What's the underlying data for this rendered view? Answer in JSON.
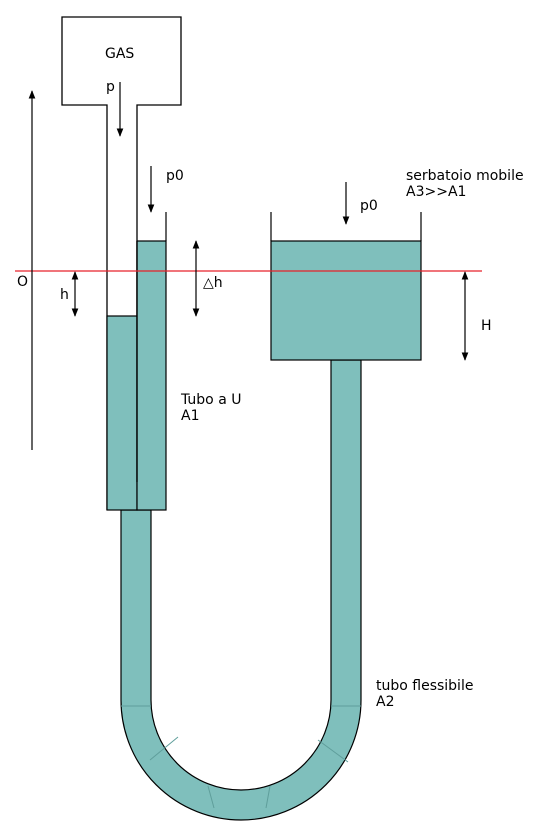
{
  "labels": {
    "gas": "GAS",
    "p": "p",
    "p0_tube": "p0",
    "p0_tank": "p0",
    "O": "O",
    "h": "h",
    "delta_h": "△h",
    "H": "H",
    "tank_line1": "serbatoio mobile",
    "tank_line2": "A3>>A1",
    "u_tube_line1": "Tubo a U",
    "u_tube_line2": "A1",
    "flex_line1": "tubo flessibile",
    "flex_line2": "A2"
  },
  "colors": {
    "liquid": "#7fbfbc",
    "reference_line": "#e8212a",
    "stroke": "#000000"
  }
}
